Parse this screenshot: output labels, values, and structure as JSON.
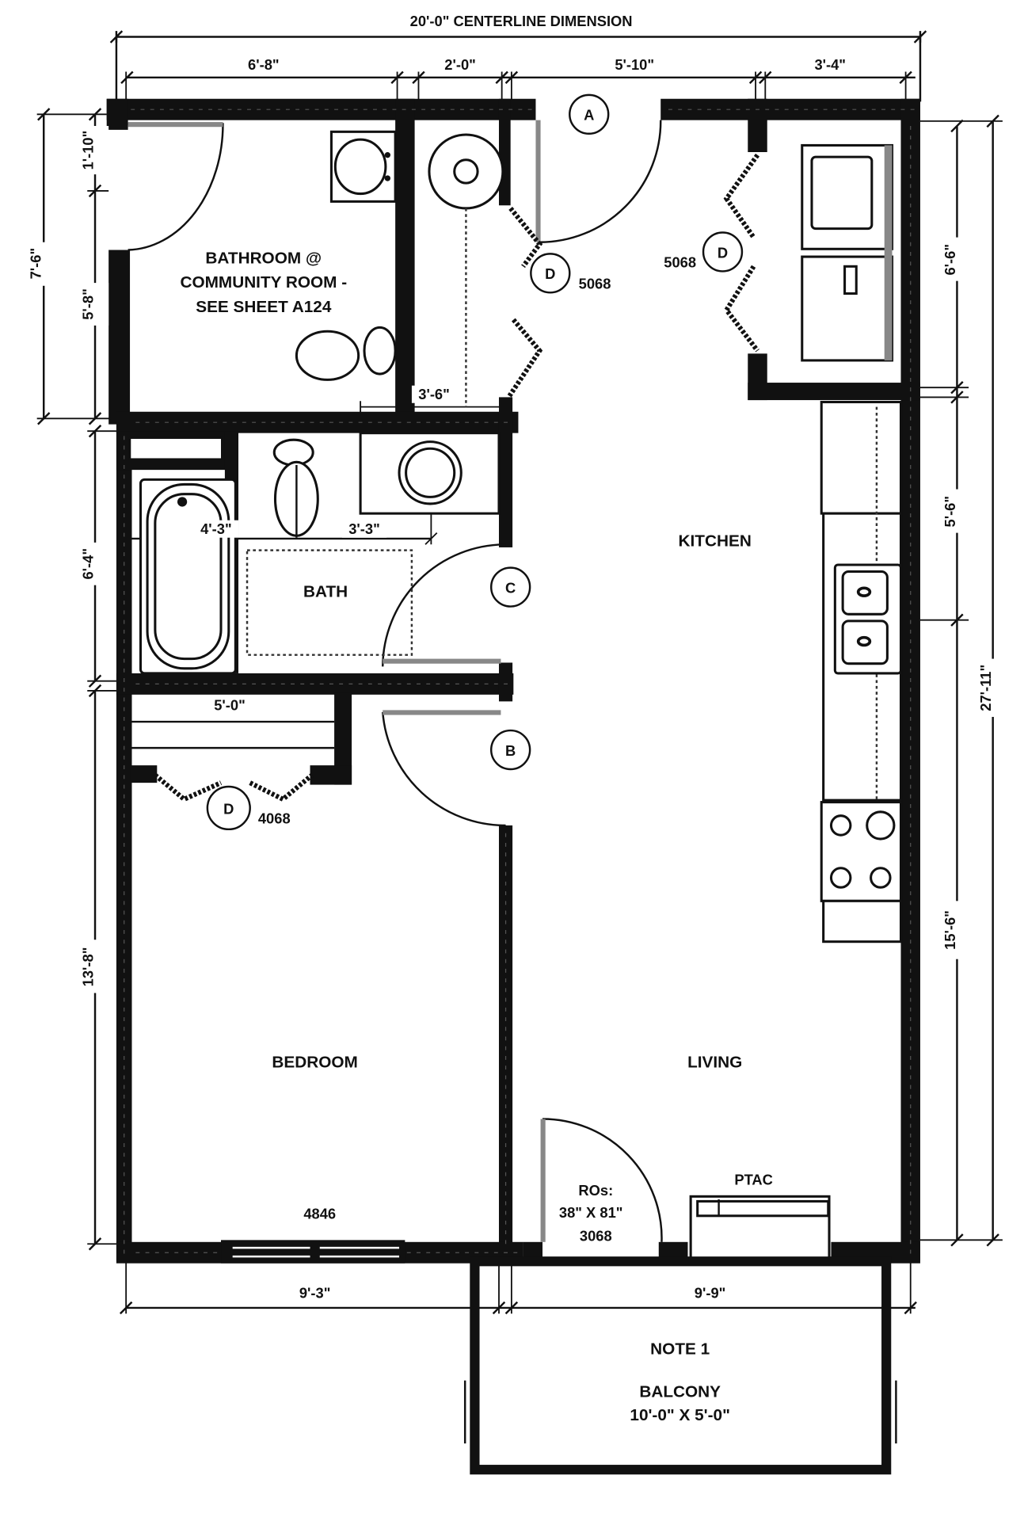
{
  "title_dimension": "20'-0\" CENTERLINE DIMENSION",
  "top_dimensions": [
    "6'-8\"",
    "2'-0\"",
    "5'-10\"",
    "3'-4\""
  ],
  "left_dimensions": {
    "overall_upper": "7'-6\"",
    "seg_1": "1'-10\"",
    "seg_2": "5'-8\"",
    "bath": "6'-4\"",
    "bedroom": "13'-8\""
  },
  "right_dimensions": {
    "laundry": "6'-6\"",
    "counter": "5'-6\"",
    "lower": "15'-6\"",
    "overall": "27'-11\""
  },
  "bottom_dimensions": [
    "9'-3\"",
    "9'-9\""
  ],
  "interior_dimensions": {
    "closet_depth": "3'-6\"",
    "tub_to_toilet": "4'-3\"",
    "toilet_to_sink": "3'-3\"",
    "bedroom_closet": "5'-0\""
  },
  "rooms": {
    "community_bath": [
      "BATHROOM @",
      "COMMUNITY ROOM -",
      "SEE SHEET A124"
    ],
    "bath": "BATH",
    "kitchen": "KITCHEN",
    "bedroom": "BEDROOM",
    "living": "LIVING",
    "balcony_note": "NOTE 1",
    "balcony": "BALCONY",
    "balcony_size": "10'-0\" X 5'-0\""
  },
  "door_tags": {
    "a": "A",
    "b": "B",
    "c": "C",
    "d_closet": "D",
    "d_closet_code": "5068",
    "d_laundry": "D",
    "d_laundry_code": "5068",
    "d_bedroom": "D",
    "d_bedroom_code": "4068"
  },
  "window_code": "4846",
  "balcony_door": [
    "ROs:",
    "38\" X 81\"",
    "3068"
  ],
  "equipment": {
    "ptac": "PTAC"
  }
}
